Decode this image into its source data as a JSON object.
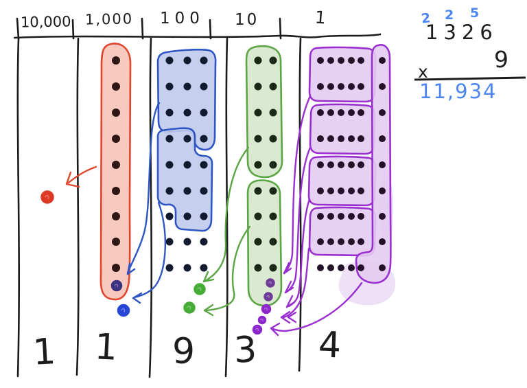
{
  "board": {
    "place_value_headers": [
      "10,000",
      "1,000",
      "100",
      "10",
      "1"
    ],
    "result_digits": [
      "1",
      "1",
      "9",
      "3",
      "4"
    ]
  },
  "multiplication": {
    "carry_digits": [
      "2",
      "2",
      "5"
    ],
    "multiplicand": "1326",
    "operator": "x",
    "multiplier": "9",
    "product": "11,934"
  },
  "diagram": {
    "description": "Place-value dot model of 1326 x 9. Each column holds 9 rows of dots (one row per multiplication step); circled groups of ten are carried into the next column to the left as single colored dots.",
    "columns": [
      {
        "place": "10000",
        "label": "10,000",
        "rows": 0,
        "dots_per_row": 0,
        "groups_of_ten": 0,
        "carried_in": [
          {
            "color_name": "red",
            "count": 1
          }
        ],
        "digit": "1"
      },
      {
        "place": "1000",
        "label": "1,000",
        "rows": 9,
        "dots_per_row": 1,
        "group_color": "red",
        "groups_of_ten": 1,
        "carried_in": [
          {
            "color_name": "blue",
            "count": 2
          }
        ],
        "digit": "1"
      },
      {
        "place": "100",
        "label": "100",
        "rows": 9,
        "dots_per_row": 3,
        "group_color": "blue",
        "groups_of_ten": 2,
        "carried_in": [
          {
            "color_name": "green",
            "count": 2
          }
        ],
        "digit": "9"
      },
      {
        "place": "10",
        "label": "10",
        "rows": 9,
        "dots_per_row": 2,
        "group_color": "green",
        "groups_of_ten": 2,
        "carried_in": [
          {
            "color_name": "purple",
            "count": 5
          }
        ],
        "digit": "3"
      },
      {
        "place": "1",
        "label": "1",
        "rows": 9,
        "dots_per_row": 6,
        "group_color": "purple",
        "groups_of_ten": 5,
        "carried_in": [],
        "digit": "4"
      }
    ]
  },
  "colors": {
    "ink": "#1c1c1c",
    "blue_text": "#4e86f1",
    "red_stroke": "#e0452e",
    "red_fill": "#f6c3b8",
    "blue_stroke": "#2e55c4",
    "blue_fill": "#bfcaec",
    "green_stroke": "#5ba545",
    "green_fill": "#d6e7ca",
    "purple_stroke": "#9a2fd0",
    "purple_fill": "#e3ccf1",
    "carry_red": "#dd3a26",
    "carry_blue": "#2746d6",
    "carry_indigo": "#3b3382",
    "carry_green": "#45ad35",
    "carry_purple": "#8d27cc",
    "carry_purple_dark": "#6d3b96",
    "dot_thousands": "#2e1714",
    "dot_hundreds": "#121a30",
    "dot_tens": "#1a2816",
    "dot_ones": "#23122a"
  }
}
